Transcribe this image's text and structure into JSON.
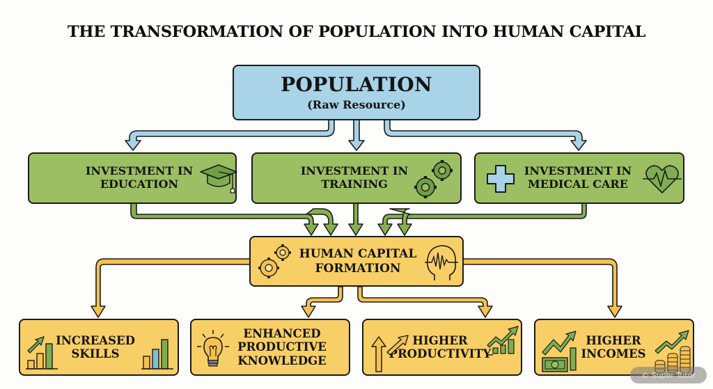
{
  "title": "THE TRANSFORMATION OF POPULATION INTO HUMAN CAPITAL",
  "source": {
    "label": "POPULATION",
    "sublabel": "(Raw Resource)",
    "color": "#a9d3e6"
  },
  "investments": [
    {
      "line1": "INVESTMENT IN",
      "line2": "EDUCATION",
      "icon": "graduation-cap-icon"
    },
    {
      "line1": "INVESTMENT IN",
      "line2": "TRAINING",
      "icon": "gears-icon"
    },
    {
      "line1": "INVESTMENT IN",
      "line2": "MEDICAL CARE",
      "icon": "medical-cross-icon",
      "icon2": "heartbeat-icon"
    }
  ],
  "investment_color": "#9bbf62",
  "formation": {
    "line1": "HUMAN CAPITAL",
    "line2": "FORMATION",
    "icons": [
      "gears-icon",
      "head-brainwave-icon"
    ],
    "color": "#f8cf66"
  },
  "outcomes": [
    {
      "line1": "INCREASED",
      "line2": "SKILLS",
      "icons": [
        "bar-chart-arrow-icon",
        "bar-chart-icon"
      ]
    },
    {
      "line1": "ENHANCED",
      "line2": "PRODUCTIVE",
      "line3": "KNOWLEDGE",
      "icons": [
        "lightbulb-icon"
      ]
    },
    {
      "line1": "HIGHER",
      "line2": "PRODUCTIVITY",
      "icons": [
        "up-arrows-icon",
        "trend-chart-icon"
      ]
    },
    {
      "line1": "HIGHER",
      "line2": "INCOMES",
      "icons": [
        "money-growth-icon",
        "coin-stacks-icon"
      ]
    }
  ],
  "outcome_color": "#f8cf66",
  "watermark": "© Super Tutor"
}
